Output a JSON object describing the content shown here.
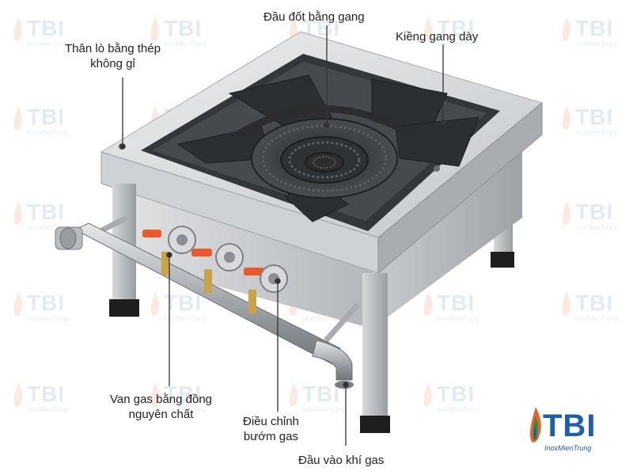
{
  "labels": {
    "burner_head": "Đầu đốt bằng gang",
    "grate": "Kiềng gang dày",
    "body_line1": "Thân lò bằng thép",
    "body_line2": "không gỉ",
    "valve_line1": "Van gas bằng đồng",
    "valve_line2": "nguyên chất",
    "adjust_line1": "Điều chỉnh",
    "adjust_line2": "bướm gas",
    "inlet": "Đầu vào khí gas"
  },
  "watermark": {
    "text": "TBI",
    "sub": "InoxMienTrung"
  },
  "logo": {
    "text": "TBI",
    "sub": "InoxMienTrung"
  },
  "colors": {
    "brand_blue": "#1d5fa8",
    "steel_light": "#d9dbdd",
    "steel_mid": "#b9bcbf",
    "cast_iron": "#3c3f42",
    "valve_red": "#e85a2a",
    "brass": "#c9a24a"
  }
}
